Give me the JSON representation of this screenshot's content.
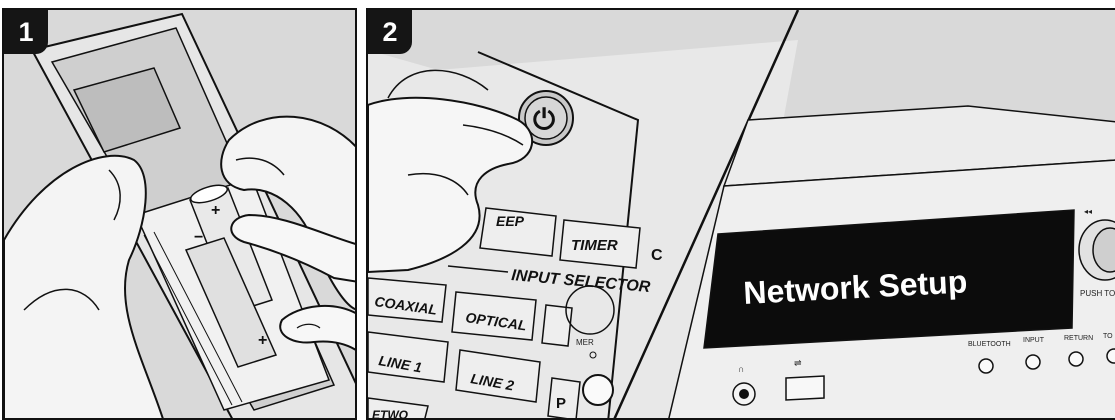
{
  "steps": [
    {
      "number": "1"
    },
    {
      "number": "2"
    }
  ],
  "battery": {
    "plus_top": "+",
    "minus": "−",
    "plus_bottom": "+"
  },
  "remote": {
    "buttons": {
      "sleep": "EEP",
      "timer": "TIMER",
      "coaxial": "COAXIAL",
      "optical": "OPTICAL",
      "line1": "LINE 1",
      "line2": "LINE 2",
      "network": "ETWO",
      "partial": "P",
      "edge_c": "C"
    },
    "input_selector_label": "INPUT SELECTOR",
    "dimmer_partial": "MER",
    "power_symbol": "⏻"
  },
  "device": {
    "display_text": "Network Setup",
    "knob_label": "PUSH TO E",
    "knob_arrow": "◂◂",
    "buttons": [
      "BLUETOOTH",
      "INPUT",
      "RETURN",
      "TO"
    ],
    "headphone_symbol": "∩",
    "usb_symbol": "⇌"
  }
}
